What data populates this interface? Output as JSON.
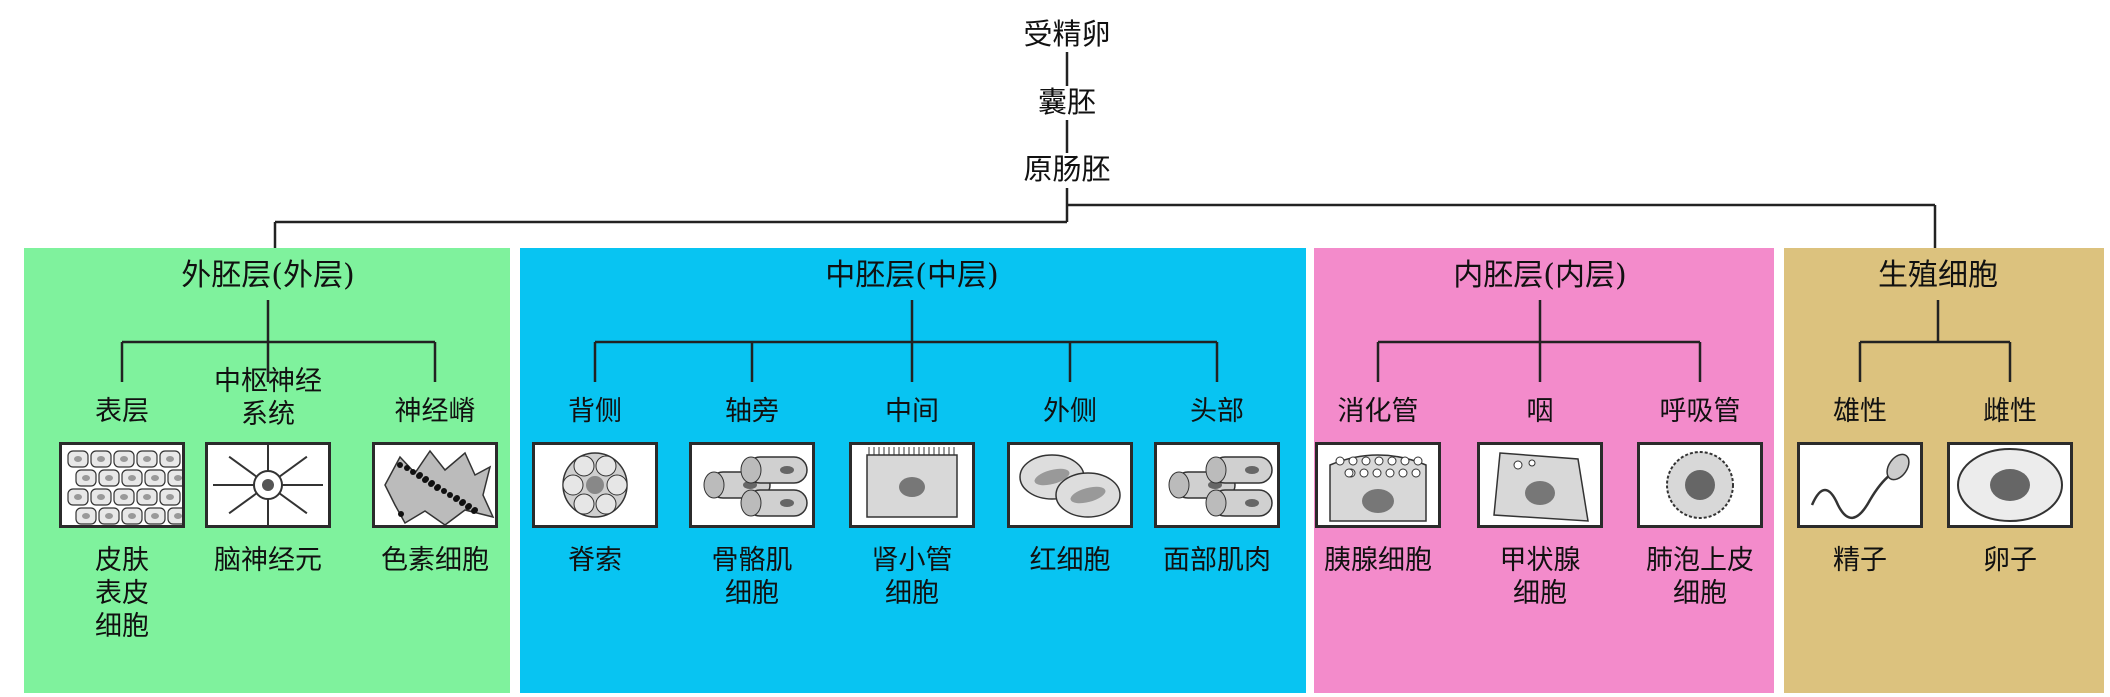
{
  "lineage": [
    "受精卵",
    "囊胚",
    "原肠胚"
  ],
  "colors": {
    "ectoderm": "#7ff29d",
    "mesoderm": "#08c4f2",
    "endoderm": "#f38bcb",
    "germ": "#dcc27e",
    "line": "#222222"
  },
  "layers": [
    {
      "title": "外胚层(外层)",
      "branches": [
        {
          "label": "表层",
          "cell": "皮肤\n表皮\n细胞",
          "icon": "skin-epidermis-cell-icon"
        },
        {
          "label": "中枢神经\n系统",
          "cell": "脑神经元",
          "icon": "neuron-icon"
        },
        {
          "label": "神经嵴",
          "cell": "色素细胞",
          "icon": "pigment-cell-icon"
        }
      ]
    },
    {
      "title": "中胚层(中层)",
      "branches": [
        {
          "label": "背侧",
          "cell": "脊索",
          "icon": "notochord-icon"
        },
        {
          "label": "轴旁",
          "cell": "骨骼肌\n细胞",
          "icon": "skeletal-muscle-icon"
        },
        {
          "label": "中间",
          "cell": "肾小管\n细胞",
          "icon": "kidney-tubule-cell-icon"
        },
        {
          "label": "外侧",
          "cell": "红细胞",
          "icon": "red-blood-cell-icon"
        },
        {
          "label": "头部",
          "cell": "面部肌肉",
          "icon": "facial-muscle-icon"
        }
      ]
    },
    {
      "title": "内胚层(内层)",
      "branches": [
        {
          "label": "消化管",
          "cell": "胰腺细胞",
          "icon": "pancreas-cell-icon"
        },
        {
          "label": "咽",
          "cell": "甲状腺\n细胞",
          "icon": "thyroid-cell-icon"
        },
        {
          "label": "呼吸管",
          "cell": "肺泡上皮\n细胞",
          "icon": "alveolar-cell-icon"
        }
      ]
    },
    {
      "title": "生殖细胞",
      "branches": [
        {
          "label": "雄性",
          "cell": "精子",
          "icon": "sperm-icon"
        },
        {
          "label": "雌性",
          "cell": "卵子",
          "icon": "egg-cell-icon"
        }
      ]
    }
  ]
}
